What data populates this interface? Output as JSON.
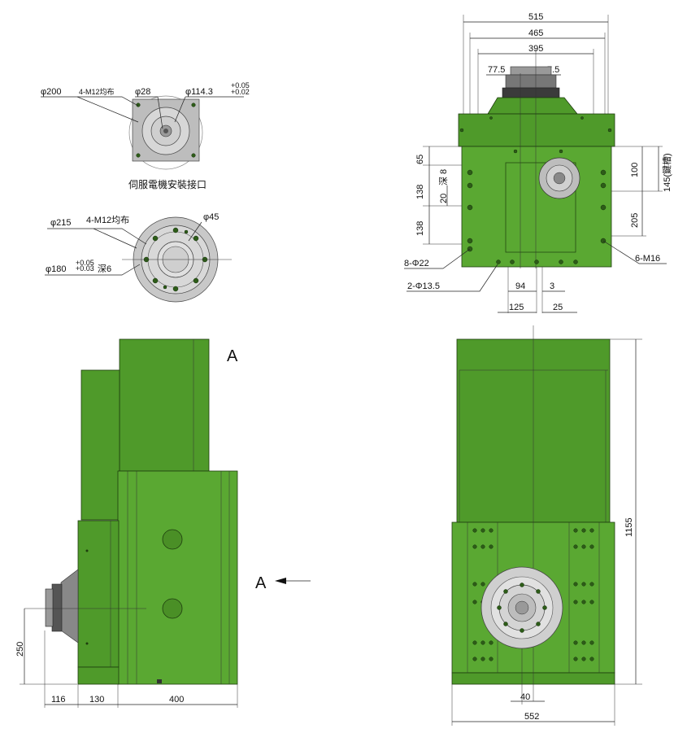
{
  "labels": {
    "phi200": "φ200",
    "m12_top": "4-M12均布",
    "phi28": "φ28",
    "phi114": "φ114.3",
    "phi114_tol_up": "+0.05",
    "phi114_tol_dn": "+0.02",
    "servo_caption": "伺服電機安裝接口",
    "phi215": "φ215",
    "m12_mid": "4-M12均布",
    "phi45": "φ45",
    "phi180": "φ180",
    "phi180_tol_up": "+0.05",
    "phi180_tol_dn": "+0.03",
    "phi180_depth": "深6",
    "view_a": "A",
    "view_a_arrow": "A"
  },
  "dims_top_right": {
    "d515": "515",
    "d465": "465",
    "d395": "395",
    "d77_5": "77.5",
    "d7_5": "7.5",
    "d65": "65",
    "d138a": "138",
    "d8": "深 8",
    "d20": "20",
    "d138b": "138",
    "d100": "100",
    "d145": "145(鍵槽)",
    "d205": "205",
    "d8phi22": "8-Φ22",
    "d2phi13": "2-Φ13.5",
    "d6m16": "6-M16",
    "d94": "94",
    "d3": "3",
    "d125": "125",
    "d25": "25"
  },
  "dims_bottom": {
    "d250": "250",
    "d116": "116",
    "d130": "130",
    "d400": "400",
    "d1155": "1155",
    "d40": "40",
    "d552": "552"
  },
  "colors": {
    "body": "#4f9a2a",
    "outline": "#1d3c0e",
    "flange": "#c8c8c8"
  }
}
